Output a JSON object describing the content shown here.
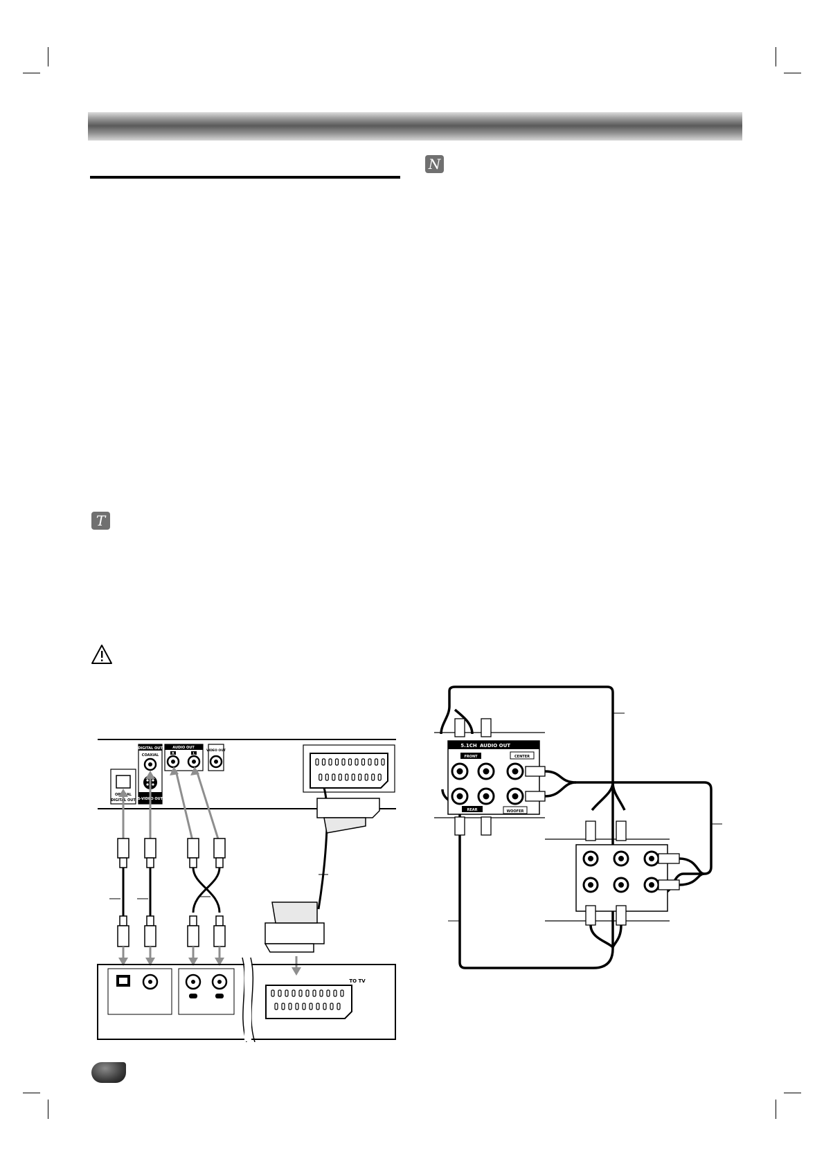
{
  "icons": {
    "note_glyph": "N",
    "tip_glyph": "T",
    "warning_icon": "warning-triangle"
  },
  "rear_panel": {
    "digital_out": "DIGITAL OUT",
    "coaxial": "COAXIAL",
    "audio_out": "AUDIO OUT",
    "audio_r": "R",
    "audio_l": "L",
    "video_out": "VIDEO OUT",
    "optical": "OPTICAL",
    "optical_digital_out": "DIGITAL OUT",
    "s_video_out": "S-VIDEO OUT",
    "to_tv": "TO TV"
  },
  "surround_panel": {
    "ch_label": "5.1CH",
    "audio_out": "AUDIO OUT",
    "front": "FRONT",
    "center": "CENTER",
    "rear": "REAR",
    "woofer": "WOOFER"
  },
  "colors": {
    "header_band_dark": "#5a5a5a",
    "header_band_light": "#dcdcdc",
    "icon_bg": "#707070",
    "arrow_gray": "#8e8e8e"
  }
}
